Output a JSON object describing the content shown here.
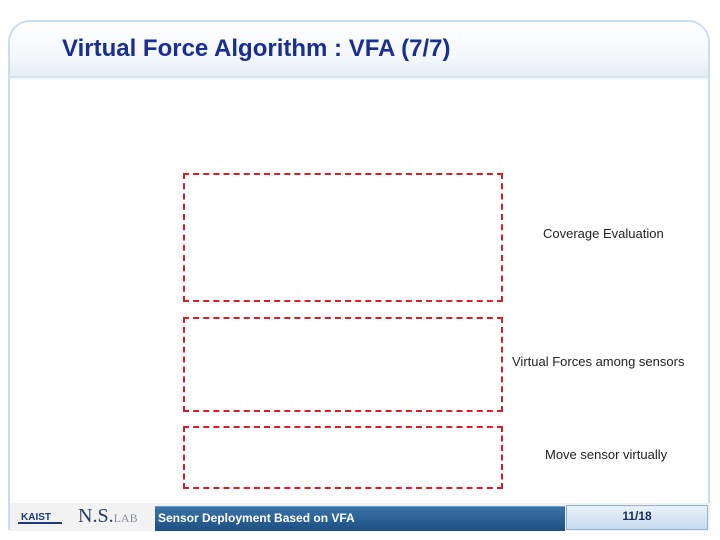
{
  "slide": {
    "title": "Virtual Force Algorithm : VFA (7/7)"
  },
  "boxes": [
    {
      "label": "Coverage Evaluation"
    },
    {
      "label": "Virtual Forces among sensors"
    },
    {
      "label": "Move sensor virtually"
    }
  ],
  "footer": {
    "institution": "KAIST",
    "lab_main": "N.S.",
    "lab_suffix": "LAB",
    "course_title": "Sensor Deployment Based on VFA",
    "page": "11/18"
  },
  "colors": {
    "title": "#1a2f8f",
    "dash_border": "#d0202a",
    "footer_bar": "#1d4f82"
  }
}
